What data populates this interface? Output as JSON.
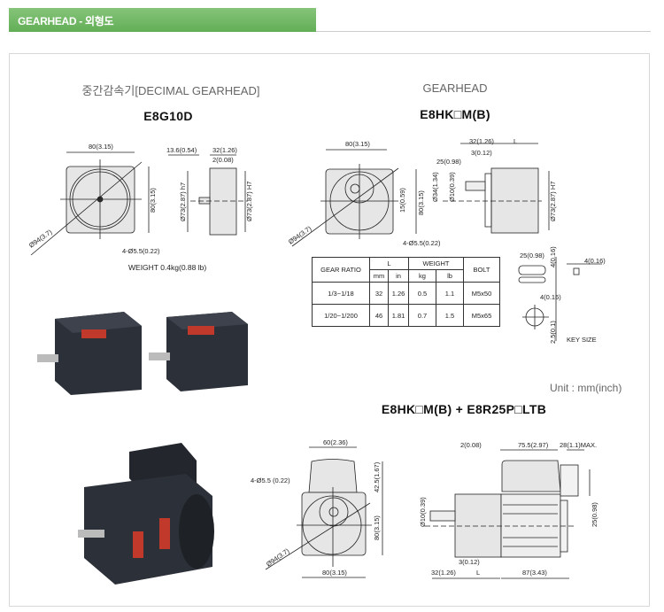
{
  "header": {
    "title": "GEARHEAD - 외형도"
  },
  "left": {
    "subtitle": "중간감속기[DECIMAL GEARHEAD]",
    "model": "E8G10D",
    "dims": {
      "width": "80(3.15)",
      "height": "80(3.15)",
      "diag": "Ø94(3.7)",
      "holes": "4-Ø5.5(0.22)",
      "shaft": "13.6(0.54)",
      "len": "32(1.26)",
      "gap": "2(0.08)",
      "dia_h7_left": "Ø73(2.87) h7",
      "dia_h7_right": "Ø73(2.87) H7"
    },
    "weight": "WEIGHT 0.4kg(0.88 lb)"
  },
  "right": {
    "subtitle": "GEARHEAD",
    "model": "E8HK□M(B)",
    "dims": {
      "width": "80(3.15)",
      "height": "80(3.15)",
      "offset": "15(0.59)",
      "diag": "Ø94(3.7)",
      "holes": "4-Ø5.5(0.22)",
      "len": "32(1.26)",
      "L": "L",
      "gap": "3(0.12)",
      "shaft": "25(0.98)",
      "boss": "Ø34(1.34)",
      "shaft_dia": "Ø10(0.39)",
      "body_dia": "Ø73(2.87) H7"
    }
  },
  "table": {
    "headers": {
      "ratio": "GEAR RATIO",
      "L": "L",
      "weight": "WEIGHT",
      "bolt": "BOLT",
      "mm": "mm",
      "in": "in",
      "kg": "kg",
      "lb": "lb"
    },
    "rows": [
      {
        "ratio": "1/3~1/18",
        "mm": "32",
        "in": "1.26",
        "kg": "0.5",
        "lb": "1.1",
        "bolt": "M5x50"
      },
      {
        "ratio": "1/20~1/200",
        "mm": "46",
        "in": "1.81",
        "kg": "0.7",
        "lb": "1.5",
        "bolt": "M5x65"
      }
    ]
  },
  "key": {
    "len": "25(0.98)",
    "h": "4(0.16)",
    "w": "4(0.16)",
    "w2": "4(0.16)",
    "depth": "2.5(0.1)",
    "label": "KEY SIZE"
  },
  "unit": "Unit : mm(inch)",
  "bottom": {
    "model": "E8HK□M(B) + E8R25P□LTB",
    "dims": {
      "box_w": "60(2.36)",
      "box_h": "42.5(1.67)",
      "holes": "4-Ø5.5 (0.22)",
      "height": "80(3.15)",
      "width": "80(3.15)",
      "diag": "Ø94(3.7)",
      "gap": "2(0.08)",
      "motor": "75.5(2.97)",
      "cable": "28(1.1)MAX.",
      "shaft_dia": "Ø10(0.39)",
      "off": "25(0.98)",
      "g3": "3(0.12)",
      "shaft": "32(1.26)",
      "L": "L",
      "gear": "87(3.43)"
    }
  }
}
